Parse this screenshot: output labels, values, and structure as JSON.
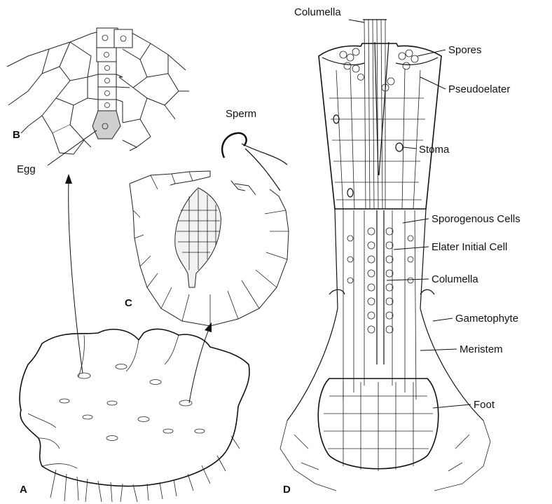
{
  "panels": {
    "a": "A",
    "b": "B",
    "c": "C",
    "d": "D"
  },
  "labels": {
    "egg": "Egg",
    "sperm": "Sperm",
    "columella_top": "Columella",
    "spores": "Spores",
    "pseudoelater": "Pseudoelater",
    "stoma": "Stoma",
    "sporogenous": "Sporogenous Cells",
    "elater_initial": "Elater Initial Cell",
    "columella_mid": "Columella",
    "gametophyte": "Gametophyte",
    "meristem": "Meristem",
    "foot": "Foot"
  }
}
